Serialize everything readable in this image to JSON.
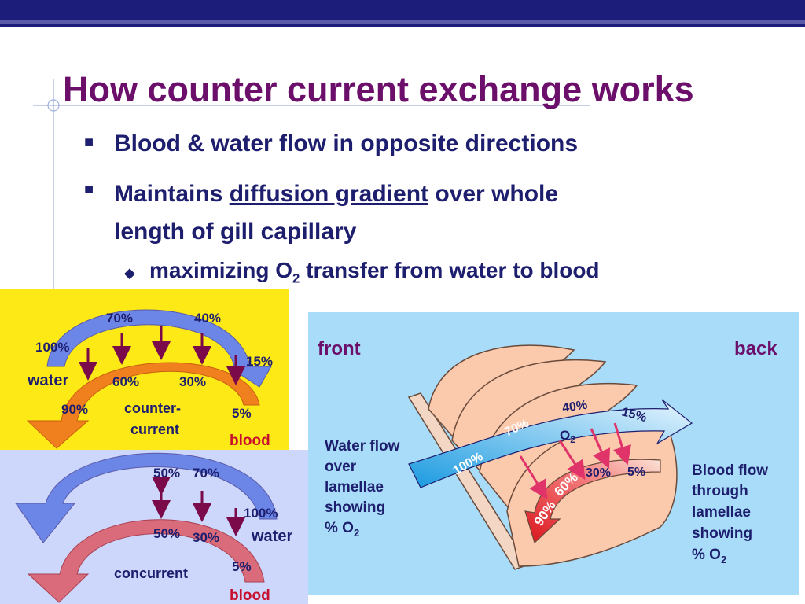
{
  "title": "How counter current exchange works",
  "bullets": {
    "b1": "Blood & water flow in opposite directions",
    "b2_pre": "Maintains ",
    "b2_underline": "diffusion gradient",
    "b2_post": " over whole",
    "b2_line2": "length of gill capillary",
    "b3_pre": "maximizing O",
    "b3_sub": "2",
    "b3_post": " transfer from water to blood"
  },
  "counter_current": {
    "water_pcts": [
      "100%",
      "70%",
      "40%",
      "15%"
    ],
    "blood_pcts": [
      "90%",
      "60%",
      "30%",
      "5%"
    ],
    "water_label": "water",
    "blood_label": "blood",
    "label_line1": "counter-",
    "label_line2": "current"
  },
  "concurrent": {
    "water_pcts": [
      "50%",
      "70%",
      "100%"
    ],
    "blood_pcts": [
      "50%",
      "30%",
      "5%"
    ],
    "water_label": "water",
    "blood_label": "blood",
    "label": "concurrent"
  },
  "gill": {
    "front": "front",
    "back": "back",
    "water_pcts": [
      "100%",
      "70%",
      "40%",
      "15%"
    ],
    "blood_pcts": [
      "90%",
      "60%",
      "30%",
      "5%"
    ],
    "o2_main": "O",
    "o2_sub": "2",
    "water_text": [
      "Water flow",
      "over",
      "lamellae",
      "showing",
      "% O"
    ],
    "water_sub": "2",
    "blood_text": [
      "Blood flow",
      "through",
      "lamellae",
      "showing",
      "% O"
    ],
    "blood_sub": "2"
  },
  "colors": {
    "title": "#6b0f6b",
    "bullet": "#1e1e6e",
    "top_bar": "#1c1c7a",
    "yellow_panel": "#fde916",
    "lavender_panel": "#cdd6fb",
    "cyan_panel": "#a8dcf8",
    "water_arrow": "#6b86e6",
    "blood_arrow": "#f07f1d",
    "blood_concurrent": "#d96b7a",
    "transfer_arrow": "#7b0a4a",
    "blood_label": "#c8102e"
  }
}
